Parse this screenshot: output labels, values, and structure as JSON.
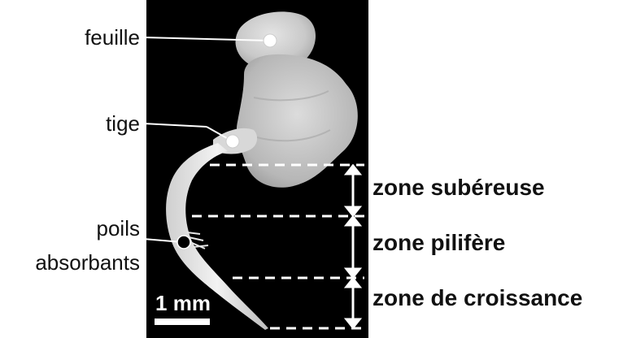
{
  "labels": {
    "feuille": "feuille",
    "tige": "tige",
    "poils_line1": "poils",
    "poils_line2": "absorbants"
  },
  "zones": [
    {
      "label": "zone subéreuse"
    },
    {
      "label": "zone pilifère"
    },
    {
      "label": "zone de croissance"
    }
  ],
  "scale_bar": {
    "label": "1 mm"
  },
  "colors": {
    "photo_background": "#000000",
    "label_text": "#111111",
    "leader_line": "#ffffff",
    "pointer_dot_light": "#ffffff",
    "pointer_dot_dark": "#000000"
  }
}
